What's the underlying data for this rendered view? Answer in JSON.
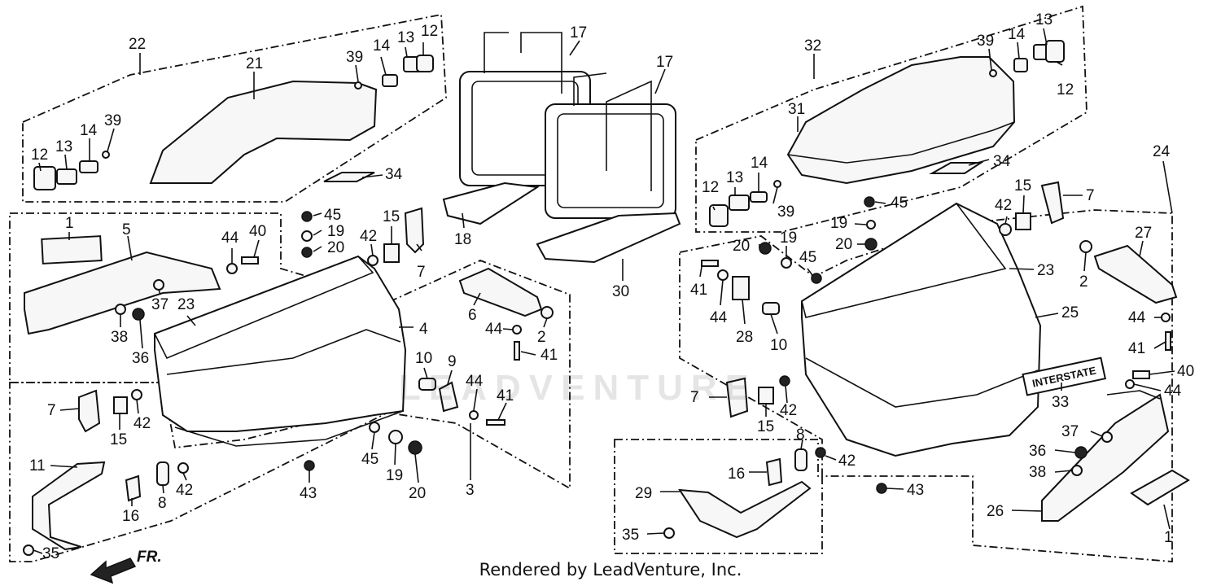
{
  "footer_text": "Rendered by LeadVenture, Inc.",
  "watermark_text": "LEADVENTURE",
  "direction_label": "FR.",
  "decal_text": "INTERSTATE",
  "labels": {
    "left_lid_group": "22",
    "left_lid": "21",
    "left_lid_l12": "12",
    "left_lid_l13": "13",
    "left_lid_l14": "14",
    "left_lid_l39": "39",
    "left_lid_r39": "39",
    "left_lid_r14": "14",
    "left_lid_r13": "13",
    "left_lid_r12": "12",
    "left_mat": "34",
    "bag_a": "17",
    "bag_b": "17",
    "liner_a": "18",
    "liner_b": "30",
    "right_lid_group": "32",
    "right_lid": "31",
    "right_lid_r39": "39",
    "right_lid_r14": "14",
    "right_lid_r13": "13",
    "right_lid_r12": "12",
    "right_lid_l12": "12",
    "right_lid_l13": "13",
    "right_lid_l14": "14",
    "right_lid_l39": "39",
    "right_mat": "34",
    "right_group": "24",
    "l_1": "1",
    "l_5": "5",
    "l_45a": "45",
    "l_19a": "19",
    "l_20a": "20",
    "l_44a": "44",
    "l_40a": "40",
    "l_42a": "42",
    "l_15a": "15",
    "l_7a": "7",
    "l_37a": "37",
    "l_23a": "23",
    "l_38a": "38",
    "l_36a": "36",
    "l_4": "4",
    "l_6": "6",
    "l_2a": "2",
    "l_44b": "44",
    "l_41a": "41",
    "l_10a": "10",
    "l_9": "9",
    "l_44c": "44",
    "l_41b": "41",
    "l_7b": "7",
    "l_15b": "15",
    "l_42b": "42",
    "l_11": "11",
    "l_16a": "16",
    "l_8a": "8",
    "l_42c": "42",
    "l_35a": "35",
    "l_43a": "43",
    "l_45b": "45",
    "l_19b": "19",
    "l_20b": "20",
    "l_3": "3",
    "r_12": "12",
    "r_13": "13",
    "r_14": "14",
    "r_39": "39",
    "r_45a": "45",
    "r_19a": "19",
    "r_20a": "20",
    "r_20b": "20",
    "r_19b": "19",
    "r_45b": "45",
    "r_41a": "41",
    "r_44a": "44",
    "r_28": "28",
    "r_10": "10",
    "r_42a": "42",
    "r_15a": "15",
    "r_7a": "7",
    "r_23": "23",
    "r_2": "2",
    "r_27": "27",
    "r_25": "25",
    "r_44b": "44",
    "r_41b": "41",
    "r_33": "33",
    "r_40": "40",
    "r_44c": "44",
    "r_7b": "7",
    "r_42b": "42",
    "r_15b": "15",
    "r_8": "8",
    "r_42c": "42",
    "r_37": "37",
    "r_36": "36",
    "r_38": "38",
    "r_16": "16",
    "r_29": "29",
    "r_43": "43",
    "r_35": "35",
    "r_26": "26",
    "r_1": "1"
  }
}
